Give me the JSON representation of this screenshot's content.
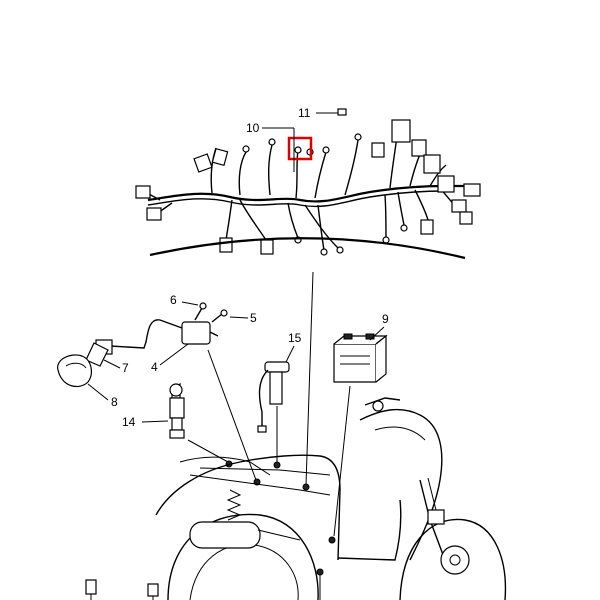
{
  "diagram": {
    "callouts": [
      {
        "id": "c4",
        "text": "4"
      },
      {
        "id": "c5",
        "text": "5"
      },
      {
        "id": "c6",
        "text": "6"
      },
      {
        "id": "c7",
        "text": "7"
      },
      {
        "id": "c8",
        "text": "8"
      },
      {
        "id": "c9",
        "text": "9"
      },
      {
        "id": "c10",
        "text": "10"
      },
      {
        "id": "c11",
        "text": "11"
      },
      {
        "id": "c14",
        "text": "14"
      },
      {
        "id": "c15",
        "text": "15"
      }
    ],
    "highlight_color": "#e00000",
    "line_color": "#000000",
    "background_color": "#ffffff"
  }
}
